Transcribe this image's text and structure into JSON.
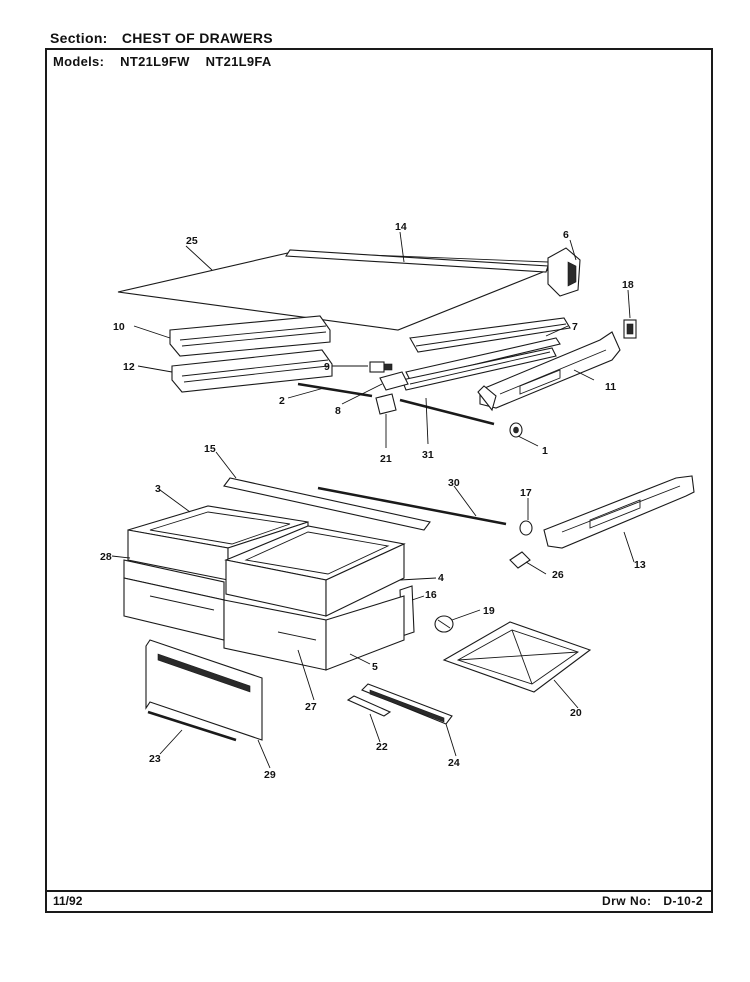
{
  "header": {
    "section_label": "Section:",
    "section_value": "CHEST OF DRAWERS",
    "models_label": "Models:",
    "models": [
      "NT21L9FW",
      "NT21L9FA"
    ]
  },
  "footer": {
    "date": "11/92",
    "drawing_label": "Drw No:",
    "drawing_number": "D-10-2"
  },
  "callouts": {
    "c1": "1",
    "c2": "2",
    "c3": "3",
    "c4": "4",
    "c5": "5",
    "c6": "6",
    "c7": "7",
    "c8": "8",
    "c9": "9",
    "c10": "10",
    "c11": "11",
    "c12": "12",
    "c13": "13",
    "c14": "14",
    "c15": "15",
    "c16": "16",
    "c17": "17",
    "c18": "18",
    "c19": "19",
    "c20": "20",
    "c21": "21",
    "c22": "22",
    "c23": "23",
    "c24": "24",
    "c25": "25",
    "c26": "26",
    "c27": "27",
    "c28": "28",
    "c29": "29",
    "c30": "30",
    "c31": "31"
  }
}
